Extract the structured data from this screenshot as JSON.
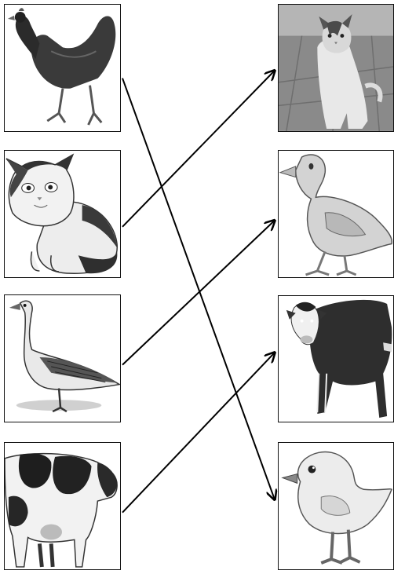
{
  "diagram": {
    "type": "matching-exercise",
    "left_column": [
      {
        "id": "L1",
        "animal": "hen",
        "icon": "hen-photo"
      },
      {
        "id": "L2",
        "animal": "cat",
        "icon": "cat-drawing"
      },
      {
        "id": "L3",
        "animal": "goose",
        "icon": "goose-drawing"
      },
      {
        "id": "L4",
        "animal": "cow",
        "icon": "cow-drawing"
      }
    ],
    "right_column": [
      {
        "id": "R1",
        "animal": "kitten",
        "icon": "kitten-photo"
      },
      {
        "id": "R2",
        "animal": "duckling",
        "icon": "duckling-drawing"
      },
      {
        "id": "R3",
        "animal": "calf",
        "icon": "calf-drawing"
      },
      {
        "id": "R4",
        "animal": "chick",
        "icon": "chick-drawing"
      }
    ],
    "connections": [
      {
        "from": "L1",
        "to": "R4"
      },
      {
        "from": "L2",
        "to": "R1"
      },
      {
        "from": "L3",
        "to": "R2"
      },
      {
        "from": "L4",
        "to": "R3"
      }
    ],
    "line_color": "#000000",
    "card_border_color": "#111111"
  }
}
